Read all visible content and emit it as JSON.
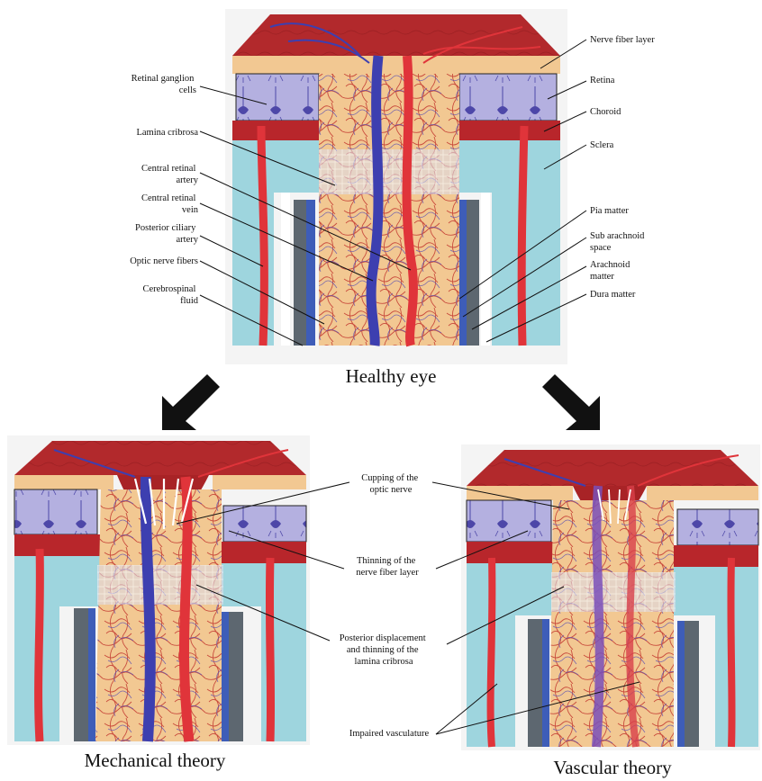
{
  "titles": {
    "healthy": "Healthy eye",
    "mechanical": "Mechanical theory",
    "vascular": "Vascular theory"
  },
  "labels_left": {
    "retinal_ganglion": [
      "Retinal ganglion",
      "cells"
    ],
    "lamina_cribrosa": [
      "Lamina cribrosa"
    ],
    "central_retinal_artery": [
      "Central retinal",
      "artery"
    ],
    "central_retinal_vein": [
      "Central retinal",
      "vein"
    ],
    "posterior_ciliary_artery": [
      "Posterior ciliary",
      "artery"
    ],
    "optic_nerve_fibers": [
      "Optic nerve fibers"
    ],
    "cerebrospinal_fluid": [
      "Cerebrospinal",
      "fluid"
    ]
  },
  "labels_right": {
    "nerve_fiber_layer": [
      "Nerve fiber layer"
    ],
    "retina": [
      "Retina"
    ],
    "choroid": [
      "Choroid"
    ],
    "sclera": [
      "Sclera"
    ],
    "pia_matter": [
      "Pia matter"
    ],
    "sub_arachnoid_space": [
      "Sub arachnoid",
      "space"
    ],
    "arachnoid_matter": [
      "Arachnoid",
      "matter"
    ],
    "dura_matter": [
      "Dura matter"
    ]
  },
  "labels_center": {
    "cupping": [
      "Cupping of the",
      "optic nerve"
    ],
    "thinning_nfl": [
      "Thinning of the",
      "nerve fiber layer"
    ],
    "posterior_displacement": [
      "Posterior displacement",
      "and thinning of the",
      "lamina cribrosa"
    ],
    "impaired_vasculature": [
      "Impaired vasculature"
    ]
  },
  "colors": {
    "choroid_red": "#b8262b",
    "nerve_orange": "#f2c892",
    "sclera_blue": "#9ed5de",
    "retina_purple": "#b4b0e0",
    "artery_red": "#e0343a",
    "vein_blue": "#3d3fb0",
    "lamina": "#d8d8e8"
  }
}
